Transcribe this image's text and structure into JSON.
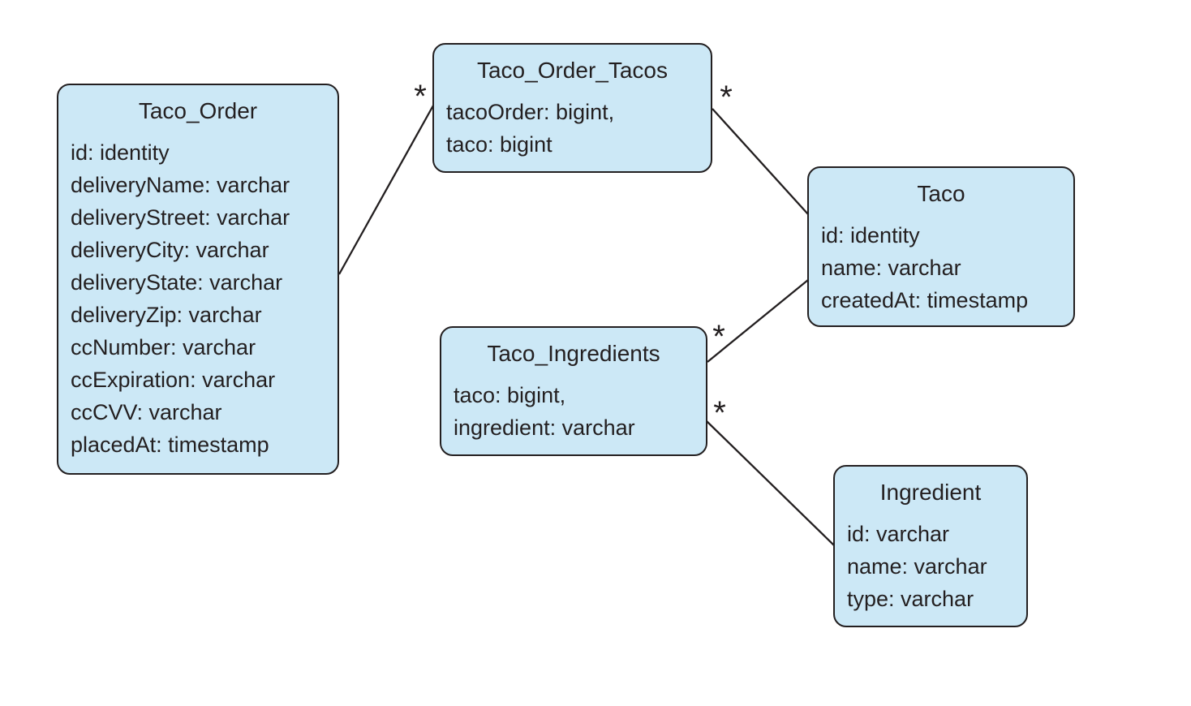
{
  "entities": [
    {
      "name": "Taco_Order",
      "fields": [
        "id: identity",
        "deliveryName: varchar",
        "deliveryStreet: varchar",
        "deliveryCity: varchar",
        "deliveryState: varchar",
        "deliveryZip: varchar",
        "ccNumber: varchar",
        "ccExpiration: varchar",
        "ccCVV: varchar",
        "placedAt: timestamp"
      ]
    },
    {
      "name": "Taco_Order_Tacos",
      "fields": [
        "tacoOrder: bigint,",
        "taco: bigint"
      ]
    },
    {
      "name": "Taco",
      "fields": [
        "id: identity",
        "name: varchar",
        "createdAt: timestamp"
      ]
    },
    {
      "name": "Taco_Ingredients",
      "fields": [
        "taco: bigint,",
        "ingredient: varchar"
      ]
    },
    {
      "name": "Ingredient",
      "fields": [
        "id: varchar",
        "name: varchar",
        "type: varchar"
      ]
    }
  ],
  "relationships": [
    {
      "from": "Taco_Order",
      "to": "Taco_Order_Tacos",
      "multiplicity": "*"
    },
    {
      "from": "Taco_Order_Tacos",
      "to": "Taco",
      "multiplicity": "*"
    },
    {
      "from": "Taco_Ingredients",
      "to": "Taco",
      "multiplicity": "*"
    },
    {
      "from": "Taco_Ingredients",
      "to": "Ingredient",
      "multiplicity": "*"
    }
  ],
  "colors": {
    "entity_fill": "#cce8f6",
    "entity_border": "#231f20",
    "connector_line": "#231f20",
    "text": "#231f20",
    "background": "#ffffff"
  }
}
